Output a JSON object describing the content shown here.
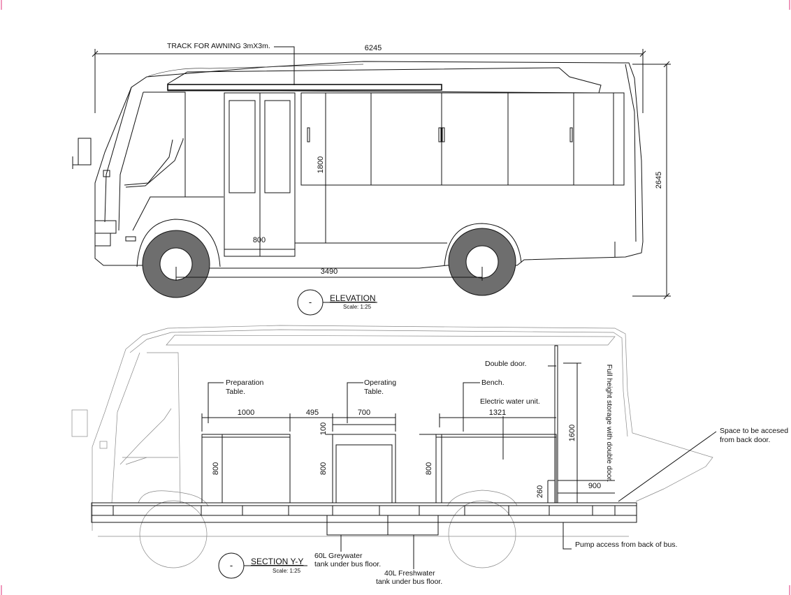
{
  "elevation": {
    "title": "ELEVATION",
    "scale": "Scale: 1:25",
    "symbol": "-",
    "awning_note": "TRACK FOR  AWNING 3mX3m.",
    "dims": {
      "overall_length": "6245",
      "overall_height": "2645",
      "wheelbase": "3490",
      "door_width": "800",
      "window_height": "1800"
    }
  },
  "section": {
    "title": "SECTION Y-Y",
    "scale": "Scale: 1:25",
    "symbol": "-",
    "labels": {
      "prep_table": [
        "Preparation",
        "Table."
      ],
      "operating_table": [
        "Operating",
        "Table."
      ],
      "bench": "Bench.",
      "electric_water": "Electric water unit.",
      "double_door": "Double door.",
      "full_height": "Full height storage with double door.",
      "space_access": [
        "Space to be accesed",
        "from back door."
      ],
      "pump_access": "Pump access from back of bus.",
      "greywater": [
        "60L  Greywater",
        "tank under bus floor."
      ],
      "freshwater": [
        "40L  Freshwater",
        "tank under bus floor."
      ]
    },
    "dims": {
      "prep_width": "1000",
      "gap": "495",
      "op_width": "700",
      "bench_width": "1321",
      "op_top": "100",
      "prep_height": "800",
      "op_height": "800",
      "bench_height": "800",
      "storage_height": "1600",
      "storage_depth": "900",
      "step_height": "260"
    }
  }
}
